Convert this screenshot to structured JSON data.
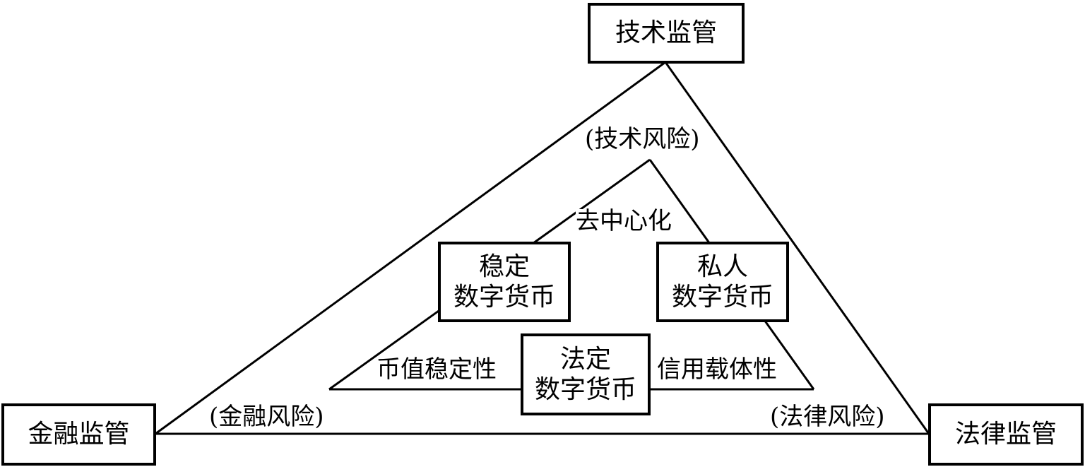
{
  "nodes": {
    "tech_regulation": "技术监管",
    "finance_regulation": "金融监管",
    "legal_regulation": "法律监管",
    "stable_coin": [
      "稳定",
      "数字货币"
    ],
    "private_coin": [
      "私人",
      "数字货币"
    ],
    "legal_coin": [
      "法定",
      "数字货币"
    ]
  },
  "risks": {
    "tech_risk": "(技术风险)",
    "finance_risk": "(金融风险)",
    "legal_risk": "(法律风险)"
  },
  "properties": {
    "decentralization": "去中心化",
    "value_stability": "币值稳定性",
    "credit_carrier": "信用载体性"
  }
}
